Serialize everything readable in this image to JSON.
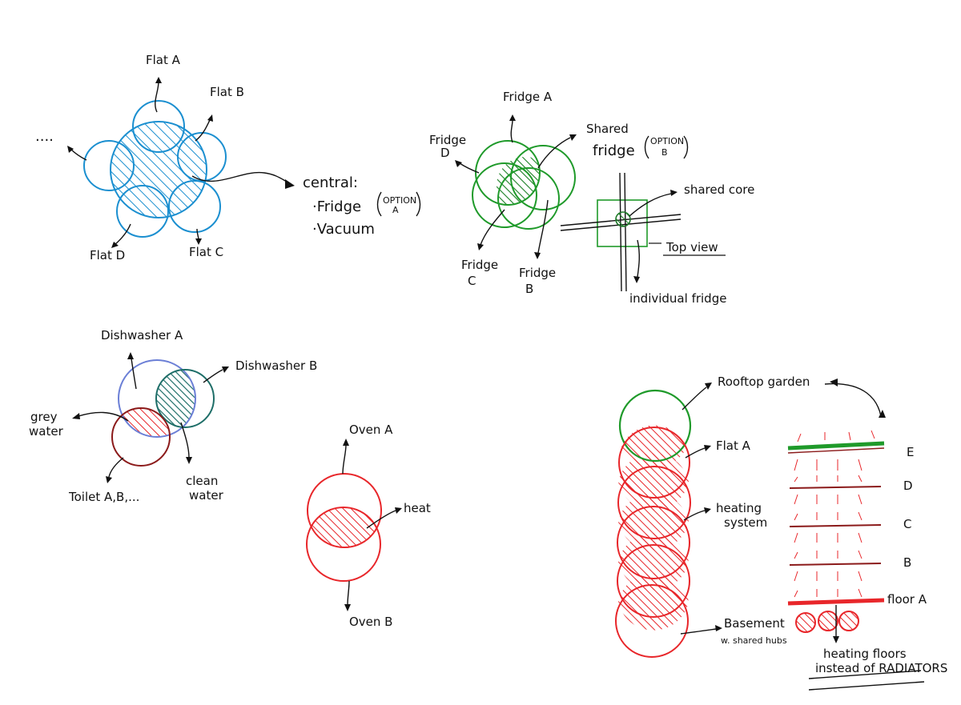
{
  "colors": {
    "blue": "#1b8fd0",
    "green": "#1f9a2a",
    "green_dark": "#1f7a2a",
    "red": "#e8262a",
    "dark_red": "#8b1a1a",
    "teal": "#1e6e68",
    "purple_blue": "#6b7fd6",
    "ink": "#111111"
  },
  "diagram1": {
    "flat_a": "Flat A",
    "flat_b": "Flat B",
    "flat_c": "Flat C",
    "flat_d": "Flat D",
    "ellipsis": "....",
    "central": "central:",
    "fridge": "·Fridge",
    "option": "OPTION",
    "option_letter": "A",
    "vacuum": "·Vacuum"
  },
  "diagram2": {
    "fridge_a": "Fridge A",
    "fridge_b_1": "Fridge",
    "fridge_b_2": "B",
    "fridge_c_1": "Fridge",
    "fridge_c_2": "C",
    "fridge_d_1": "Fridge",
    "fridge_d_2": "D",
    "shared": "Shared",
    "shared_fridge": "fridge",
    "option": "OPTION",
    "option_letter": "B",
    "shared_core": "shared core",
    "top_view": "Top view",
    "individual_fridge": "individual fridge"
  },
  "diagram3": {
    "dishwasher_a": "Dishwasher A",
    "dishwasher_b": "Dishwasher B",
    "grey_water_1": "grey",
    "grey_water_2": "water",
    "clean_water_1": "clean",
    "clean_water_2": "water",
    "toilet": "Toilet A,B,..."
  },
  "diagram4": {
    "oven_a": "Oven A",
    "oven_b": "Oven B",
    "heat": "heat"
  },
  "diagram5": {
    "rooftop_garden": "Rooftop garden",
    "flat_a": "Flat A",
    "heating_1": "heating",
    "heating_2": "system",
    "basement_1": "Basement",
    "basement_2": "w. shared hubs",
    "floor_e": "E",
    "floor_d": "D",
    "floor_c": "C",
    "floor_b": "B",
    "floor_a": "floor A",
    "heating_floors_1": "heating floors",
    "heating_floors_2": "instead of RADIATORS"
  }
}
